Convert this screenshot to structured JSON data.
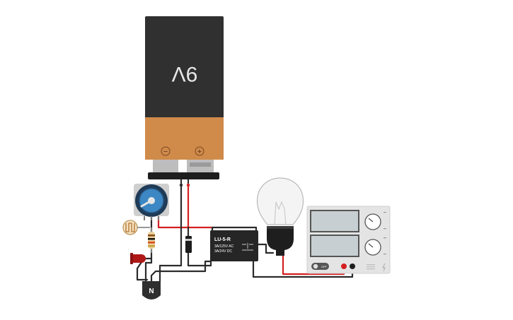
{
  "battery": {
    "voltage_label": "9V",
    "minus_symbol": "−",
    "plus_symbol": "+"
  },
  "relay": {
    "model": "LU-5-R",
    "rating_ac": "3A/125V AC",
    "rating_dc": "3A/24V DC"
  },
  "transistor": {
    "label": "N"
  },
  "power_supply": {
    "switch_label": "OFF"
  },
  "colors": {
    "battery_body": "#303030",
    "battery_band": "#d08a4a",
    "wire_red": "#d42020",
    "wire_black": "#2b2b2b",
    "supply_body": "#e4e4e4",
    "screen": "#c8cfd2"
  }
}
